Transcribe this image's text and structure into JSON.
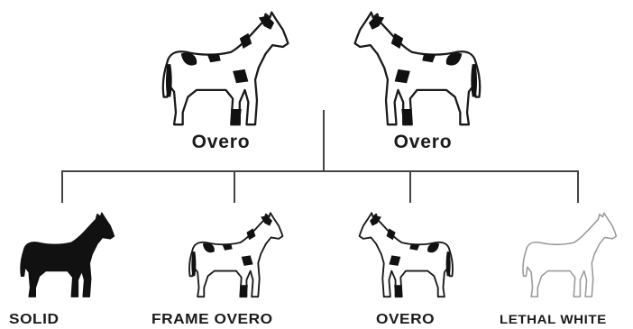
{
  "parents": [
    {
      "id": "left",
      "label": "Overo",
      "pattern": "overo",
      "facing": "right"
    },
    {
      "id": "right",
      "label": "Overo",
      "pattern": "overo",
      "facing": "left"
    }
  ],
  "offspring": [
    {
      "id": "solid",
      "label": "SOLID",
      "pattern": "solid",
      "facing": "right"
    },
    {
      "id": "frame",
      "label": "FRAME OVERO",
      "pattern": "overo",
      "facing": "right"
    },
    {
      "id": "overo",
      "label": "OVERO",
      "pattern": "overo",
      "facing": "left"
    },
    {
      "id": "lethal",
      "label": "LETHAL WHITE",
      "pattern": "white",
      "facing": "right"
    }
  ],
  "colors": {
    "outline": "#1a1a1a",
    "fill_dark": "#111111",
    "fill_white": "#ffffff",
    "outline_light": "#9a9a9a",
    "line": "#444444"
  }
}
